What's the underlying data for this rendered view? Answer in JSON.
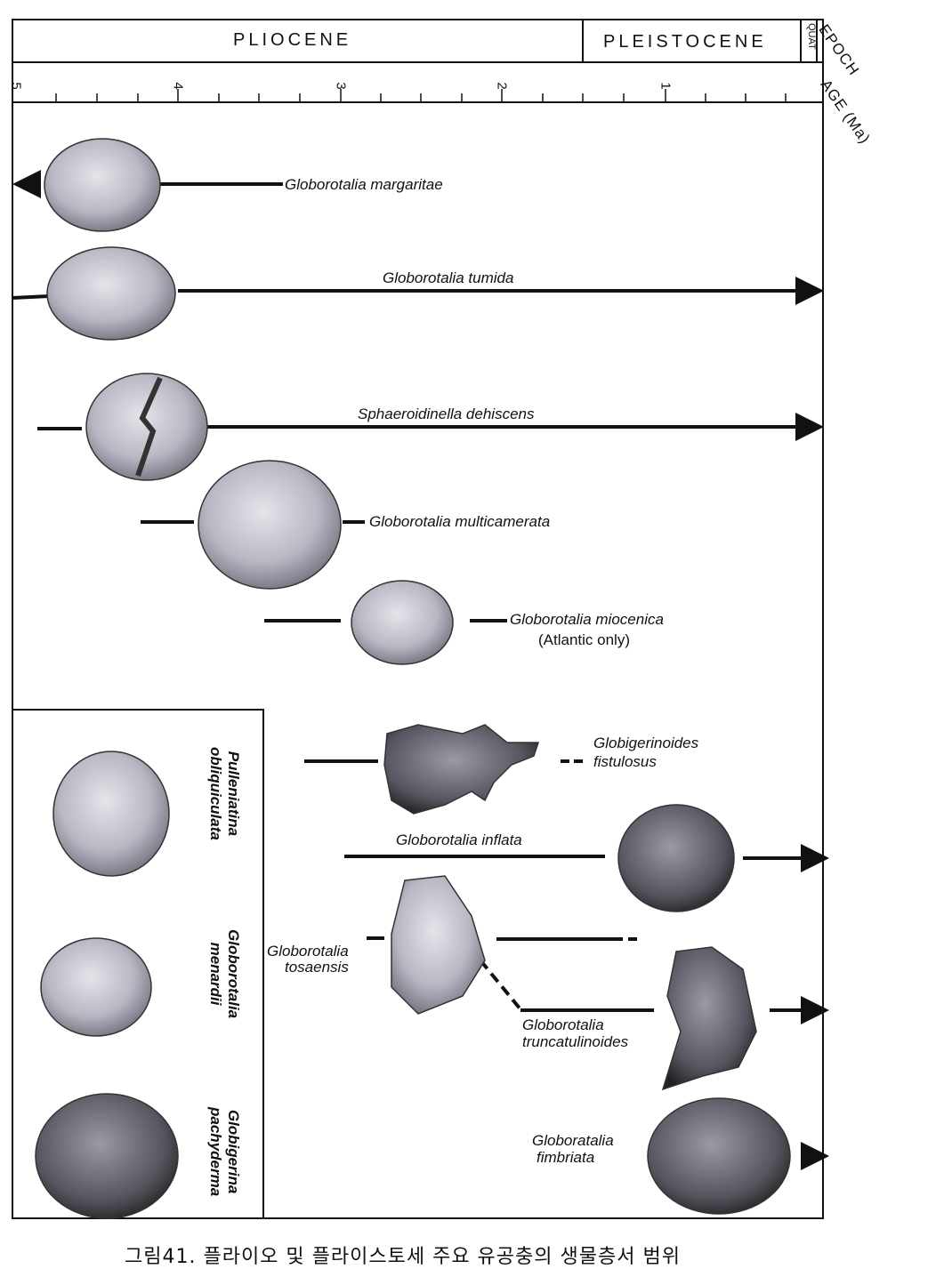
{
  "epochs": {
    "pliocene": "PLIOCENE",
    "pleistocene": "PLEISTOCENE",
    "quaternary": "QUAT"
  },
  "axis_labels": {
    "epoch": "EPOCH",
    "age": "AGE (Ma)"
  },
  "ticks": [
    "5",
    "4",
    "3",
    "2",
    "1"
  ],
  "species": {
    "margaritae": "Globorotalia  margaritae",
    "tumida": "Globorotalia  tumida",
    "dehiscens": "Sphaeroidinella  dehiscens",
    "multicamerata": "Globorotalia   multicamerata",
    "miocenica": "Globorotalia  miocenica",
    "miocenica_note": "(Atlantic only)",
    "fistulosus_1": "Globigerinoides",
    "fistulosus_2": "fistulosus",
    "inflata": "Globorotalia  inflata",
    "tosaensis_1": "Globorotalia",
    "tosaensis_2": "tosaensis",
    "truncatulinoides_1": "Globorotalia",
    "truncatulinoides_2": "truncatulinoides",
    "fimbriata_1": "Globoratalia",
    "fimbriata_2": "fimbriata"
  },
  "inset": {
    "pulleniatina_1": "Pulleniatina",
    "pulleniatina_2": "obliquiculata",
    "menardii_1": "Globorotalia",
    "menardii_2": "menardii",
    "pachyderma_1": "Globigerina",
    "pachyderma_2": "pachyderma"
  },
  "caption": "그림41. 플라이오 및 플라이스토세 주요 유공충의 생물층서 범위"
}
